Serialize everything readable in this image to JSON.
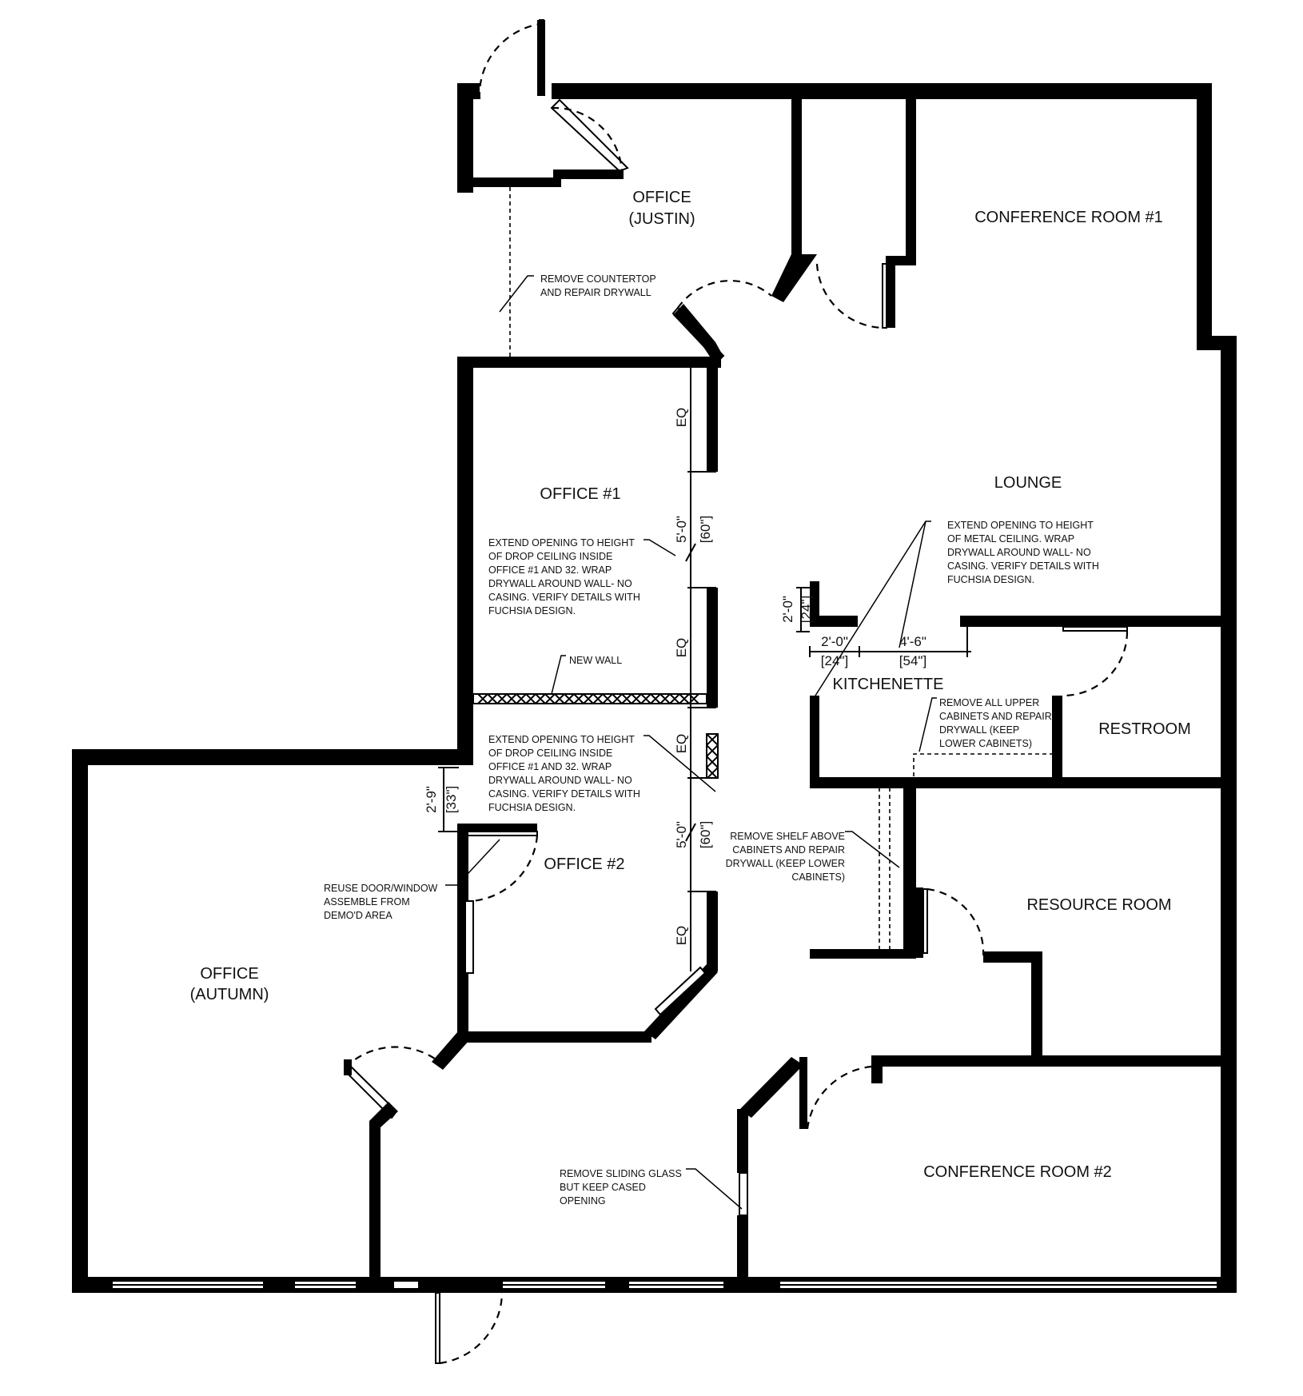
{
  "rooms": {
    "office_justin": [
      "OFFICE",
      "(JUSTIN)"
    ],
    "conference_room_1": "CONFERENCE ROOM #1",
    "office_1": "OFFICE #1",
    "lounge": "LOUNGE",
    "kitchenette": "KITCHENETTE",
    "restroom": "RESTROOM",
    "office_2": "OFFICE #2",
    "resource_room": "RESOURCE ROOM",
    "office_autumn": [
      "OFFICE",
      "(AUTUMN)"
    ],
    "conference_room_2": "CONFERENCE ROOM #2"
  },
  "notes": {
    "remove_countertop": [
      "REMOVE COUNTERTOP",
      "AND REPAIR DRYWALL"
    ],
    "office1_opening": [
      "EXTEND OPENING TO HEIGHT",
      "OF DROP CEILING INSIDE",
      "OFFICE #1 AND 32. WRAP",
      "DRYWALL AROUND WALL- NO",
      "CASING. VERIFY DETAILS WITH",
      "FUCHSIA DESIGN."
    ],
    "office2_opening": [
      "EXTEND OPENING TO HEIGHT",
      "OF DROP CEILING INSIDE",
      "OFFICE #1 AND 32. WRAP",
      "DRYWALL AROUND WALL- NO",
      "CASING. VERIFY DETAILS WITH",
      "FUCHSIA DESIGN."
    ],
    "lounge_opening": [
      "EXTEND OPENING TO HEIGHT",
      "OF METAL CEILING. WRAP",
      "DRYWALL AROUND WALL- NO",
      "CASING. VERIFY DETAILS WITH",
      "FUCHSIA DESIGN."
    ],
    "new_wall": "NEW WALL",
    "upper_cabinets": [
      "REMOVE ALL UPPER",
      "CABINETS AND REPAIR",
      "DRYWALL (KEEP",
      "LOWER CABINETS)"
    ],
    "shelf": [
      "REMOVE SHELF ABOVE",
      "CABINETS AND REPAIR",
      "DRYWALL (KEEP LOWER",
      "CABINETS)"
    ],
    "reuse_door": [
      "REUSE DOOR/WINDOW",
      "ASSEMBLE FROM",
      "DEMO'D AREA"
    ],
    "sliding_glass": [
      "REMOVE SLIDING GLASS",
      "BUT KEEP CASED",
      "OPENING"
    ]
  },
  "dimensions": {
    "eq": "EQ",
    "five_ft": "5'-0\"",
    "sixty_in": "[60\"]",
    "two_ft": "2'-0\"",
    "twenty_four_in": "[24\"]",
    "four_six": "4'-6\"",
    "fifty_four_in": "[54\"]",
    "two_nine": "2'-9\"",
    "thirty_three_in": "[33\"]"
  }
}
